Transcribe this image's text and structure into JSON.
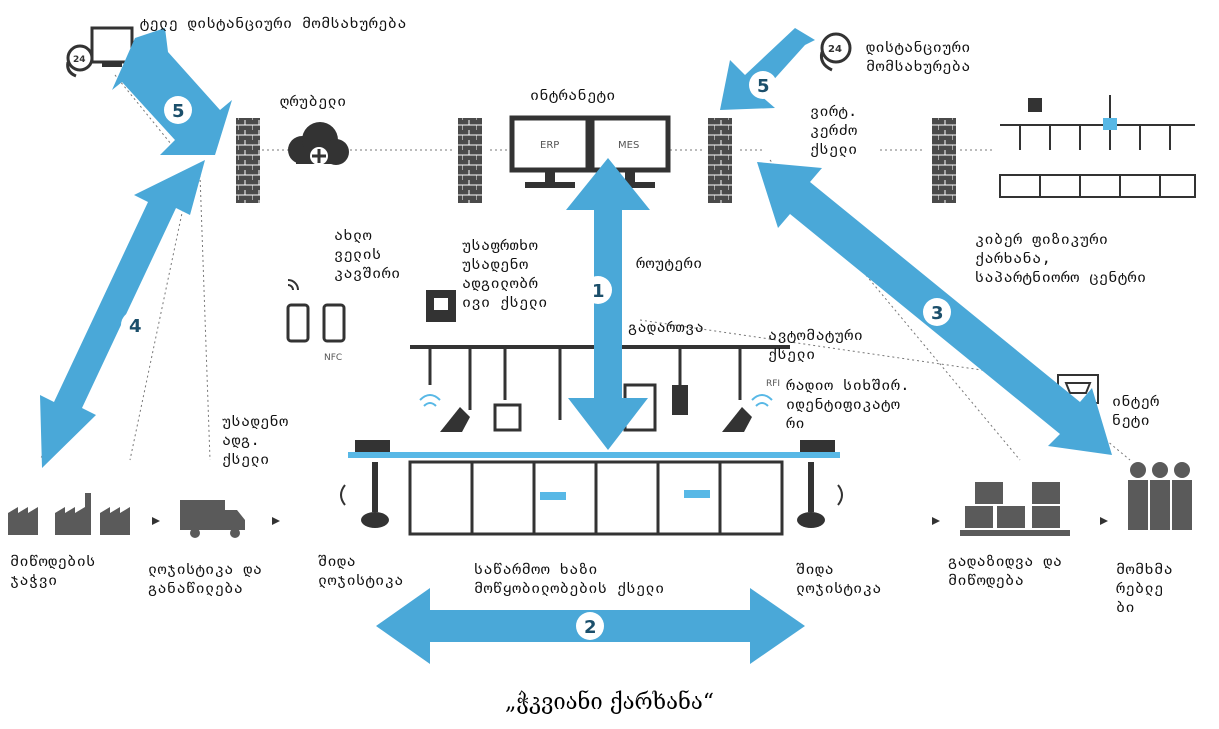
{
  "colors": {
    "arrow": "#4aa8d8",
    "dark": "#333333",
    "wall": "#4a4a4a",
    "accent": "#58b8e6"
  },
  "labels": {
    "tele_service": "ტელე დისტანციური მომსახურება",
    "group": "ღრუბელი",
    "intranet": "ინტრანეტი",
    "remote_service": "დისტანციური\nმომსახურება",
    "virt_network": "ვირტ.\nკერძო\nქსელი",
    "cyber_factory": "კიბერ ფიზიკური\nქარხანა,\nსაპარტნიორო ცენტრი",
    "near_field": "ახლო\nველის\nკავშირი",
    "secure_wireless": "უსაფრთხო\nუსადენო\nადგილობრ\nივი ქსელი",
    "router": "როუტერი",
    "switching": "გადართვა",
    "automation_net": "ავტომატური\nქსელი",
    "rfid": "რადიო სიხშირ.\nიდენტიფიკატო\nრი",
    "internet": "ინტერ\nნეტი",
    "wireless_net": "უსადენო\nადგ.\nქსელი",
    "supply_chain": "მიწოდების\nჯაჭვი",
    "logistics": "ლოჯისტიკა და\nგანაწილება",
    "inner_log_left": "შიდა\nლოჯისტიკა",
    "production_net": "საწარმოო ხაზი\nმოწყობილობების ქსელი",
    "inner_log_right": "შიდა\nლოჯისტიკა",
    "delivery": "გადაზიდვა და\nმიწოდება",
    "consumers": "მომხმა\nრებლე\nბი",
    "erp": "ERP",
    "mes": "MES",
    "nfc": "NFC",
    "rfi": "RFI",
    "h24": "24"
  },
  "numbers": [
    "1",
    "2",
    "3",
    "4",
    "5",
    "5"
  ],
  "caption": "„ჭკვიანი ქარხანა“"
}
